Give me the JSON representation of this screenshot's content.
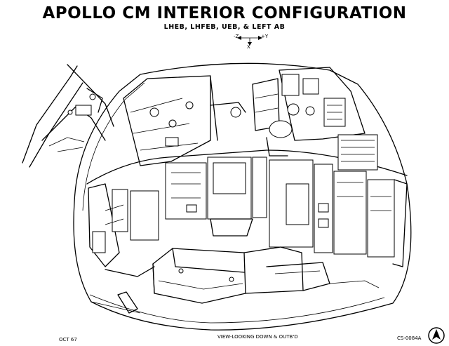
{
  "header": {
    "title": "APOLLO CM INTERIOR CONFIGURATION",
    "subtitle": "LHEB, LHFEB, UEB, & LEFT AB"
  },
  "axes_indicator": {
    "minus_z": "-Z",
    "plus_y": "+Y",
    "x": "X"
  },
  "footer": {
    "date": "OCT 67",
    "view_caption": "VIEW-LOOKING DOWN & OUTB'D",
    "drawing_number": "CS-0084A"
  },
  "logo": {
    "name": "north-american-aviation-logo"
  }
}
